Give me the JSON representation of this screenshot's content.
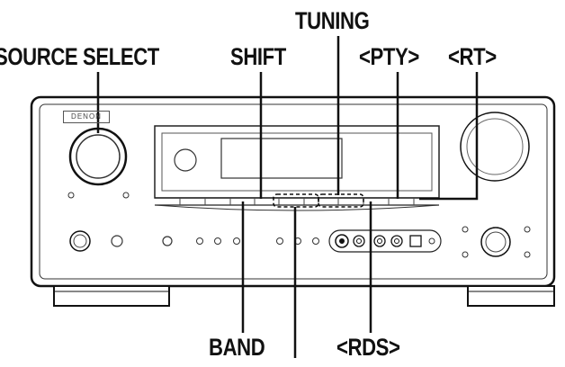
{
  "brand": "DENON",
  "callouts": {
    "source_select": "SOURCE SELECT",
    "shift": "SHIFT",
    "tuning": "TUNING",
    "pty": "<PTY>",
    "rt": "<RT>",
    "band": "BAND",
    "rds": "<RDS>"
  }
}
